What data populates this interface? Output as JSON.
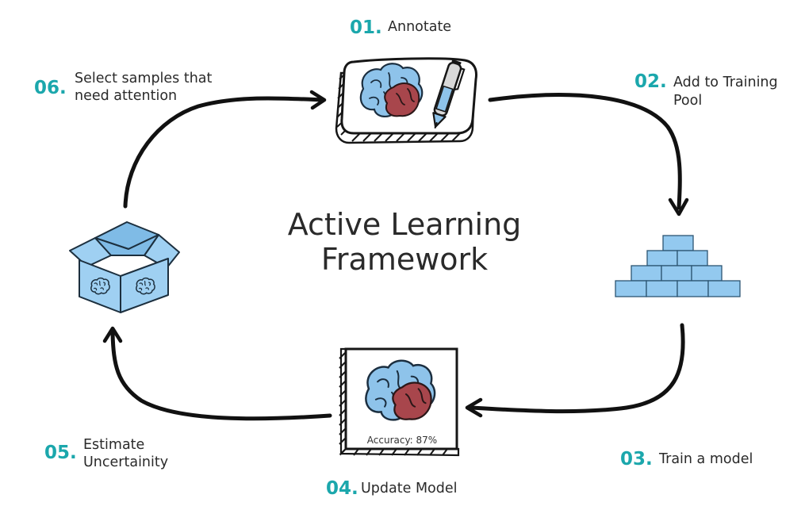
{
  "title": {
    "line1": "Active Learning",
    "line2": "Framework"
  },
  "steps": [
    {
      "number": "01.",
      "label_lines": [
        "Annotate"
      ]
    },
    {
      "number": "02.",
      "label_lines": [
        "Add to Training",
        "Pool"
      ]
    },
    {
      "number": "03.",
      "label_lines": [
        "Train a model"
      ]
    },
    {
      "number": "04.",
      "label_lines": [
        "Update Model"
      ]
    },
    {
      "number": "05.",
      "label_lines": [
        "Estimate",
        "Uncertainity"
      ]
    },
    {
      "number": "06.",
      "label_lines": [
        "Select samples that",
        "need attention"
      ]
    }
  ],
  "model_card": {
    "accuracy_label": "Accuracy: 87%"
  },
  "colors": {
    "accent": "#1ba7ac",
    "brick": "#93c9ef",
    "brain": "#8ec3ea",
    "brain_highlight": "#a8464c",
    "ink": "#111111"
  },
  "icons": [
    "annotation-tablet-icon",
    "brain-icon",
    "pen-icon",
    "brick-pyramid-icon",
    "model-card-icon",
    "open-box-icon"
  ]
}
